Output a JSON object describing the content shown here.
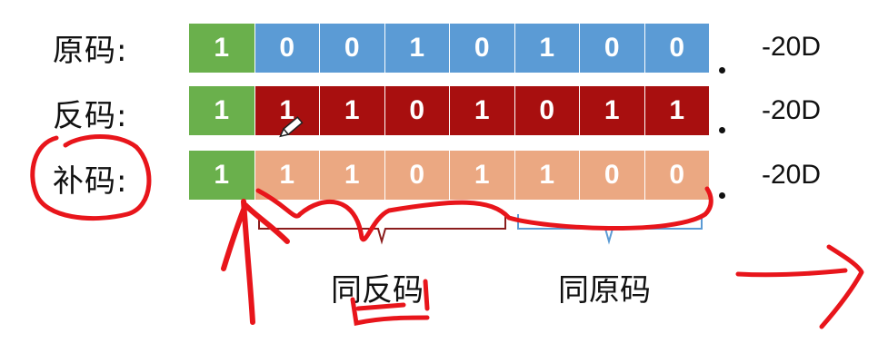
{
  "colors": {
    "sign": "#6ab04c",
    "original": "#5b9bd5",
    "inverse": "#a80f0f",
    "complement": "#eba882",
    "annotation": "#e8151b",
    "brace_dark": "#8b1d1d",
    "brace_blue": "#5b9bd5"
  },
  "rows": [
    {
      "label": "原码:",
      "bits": [
        "1",
        "0",
        "0",
        "1",
        "0",
        "1",
        "0",
        "0"
      ],
      "bit_colors": [
        "sign",
        "original",
        "original",
        "original",
        "original",
        "original",
        "original",
        "original"
      ],
      "value": "-20D"
    },
    {
      "label": "反码:",
      "bits": [
        "1",
        "1",
        "1",
        "0",
        "1",
        "0",
        "1",
        "1"
      ],
      "bit_colors": [
        "sign",
        "inverse",
        "inverse",
        "inverse",
        "inverse",
        "inverse",
        "inverse",
        "inverse"
      ],
      "value": "-20D"
    },
    {
      "label": "补码:",
      "bits": [
        "1",
        "1",
        "1",
        "0",
        "1",
        "1",
        "0",
        "0"
      ],
      "bit_colors": [
        "sign",
        "complement",
        "complement",
        "complement",
        "complement",
        "complement",
        "complement",
        "complement"
      ],
      "value": "-20D"
    }
  ],
  "braces": [
    {
      "label": "同反码"
    },
    {
      "label": "同原码"
    }
  ],
  "icons": {
    "cursor": "pencil-cursor-icon"
  }
}
